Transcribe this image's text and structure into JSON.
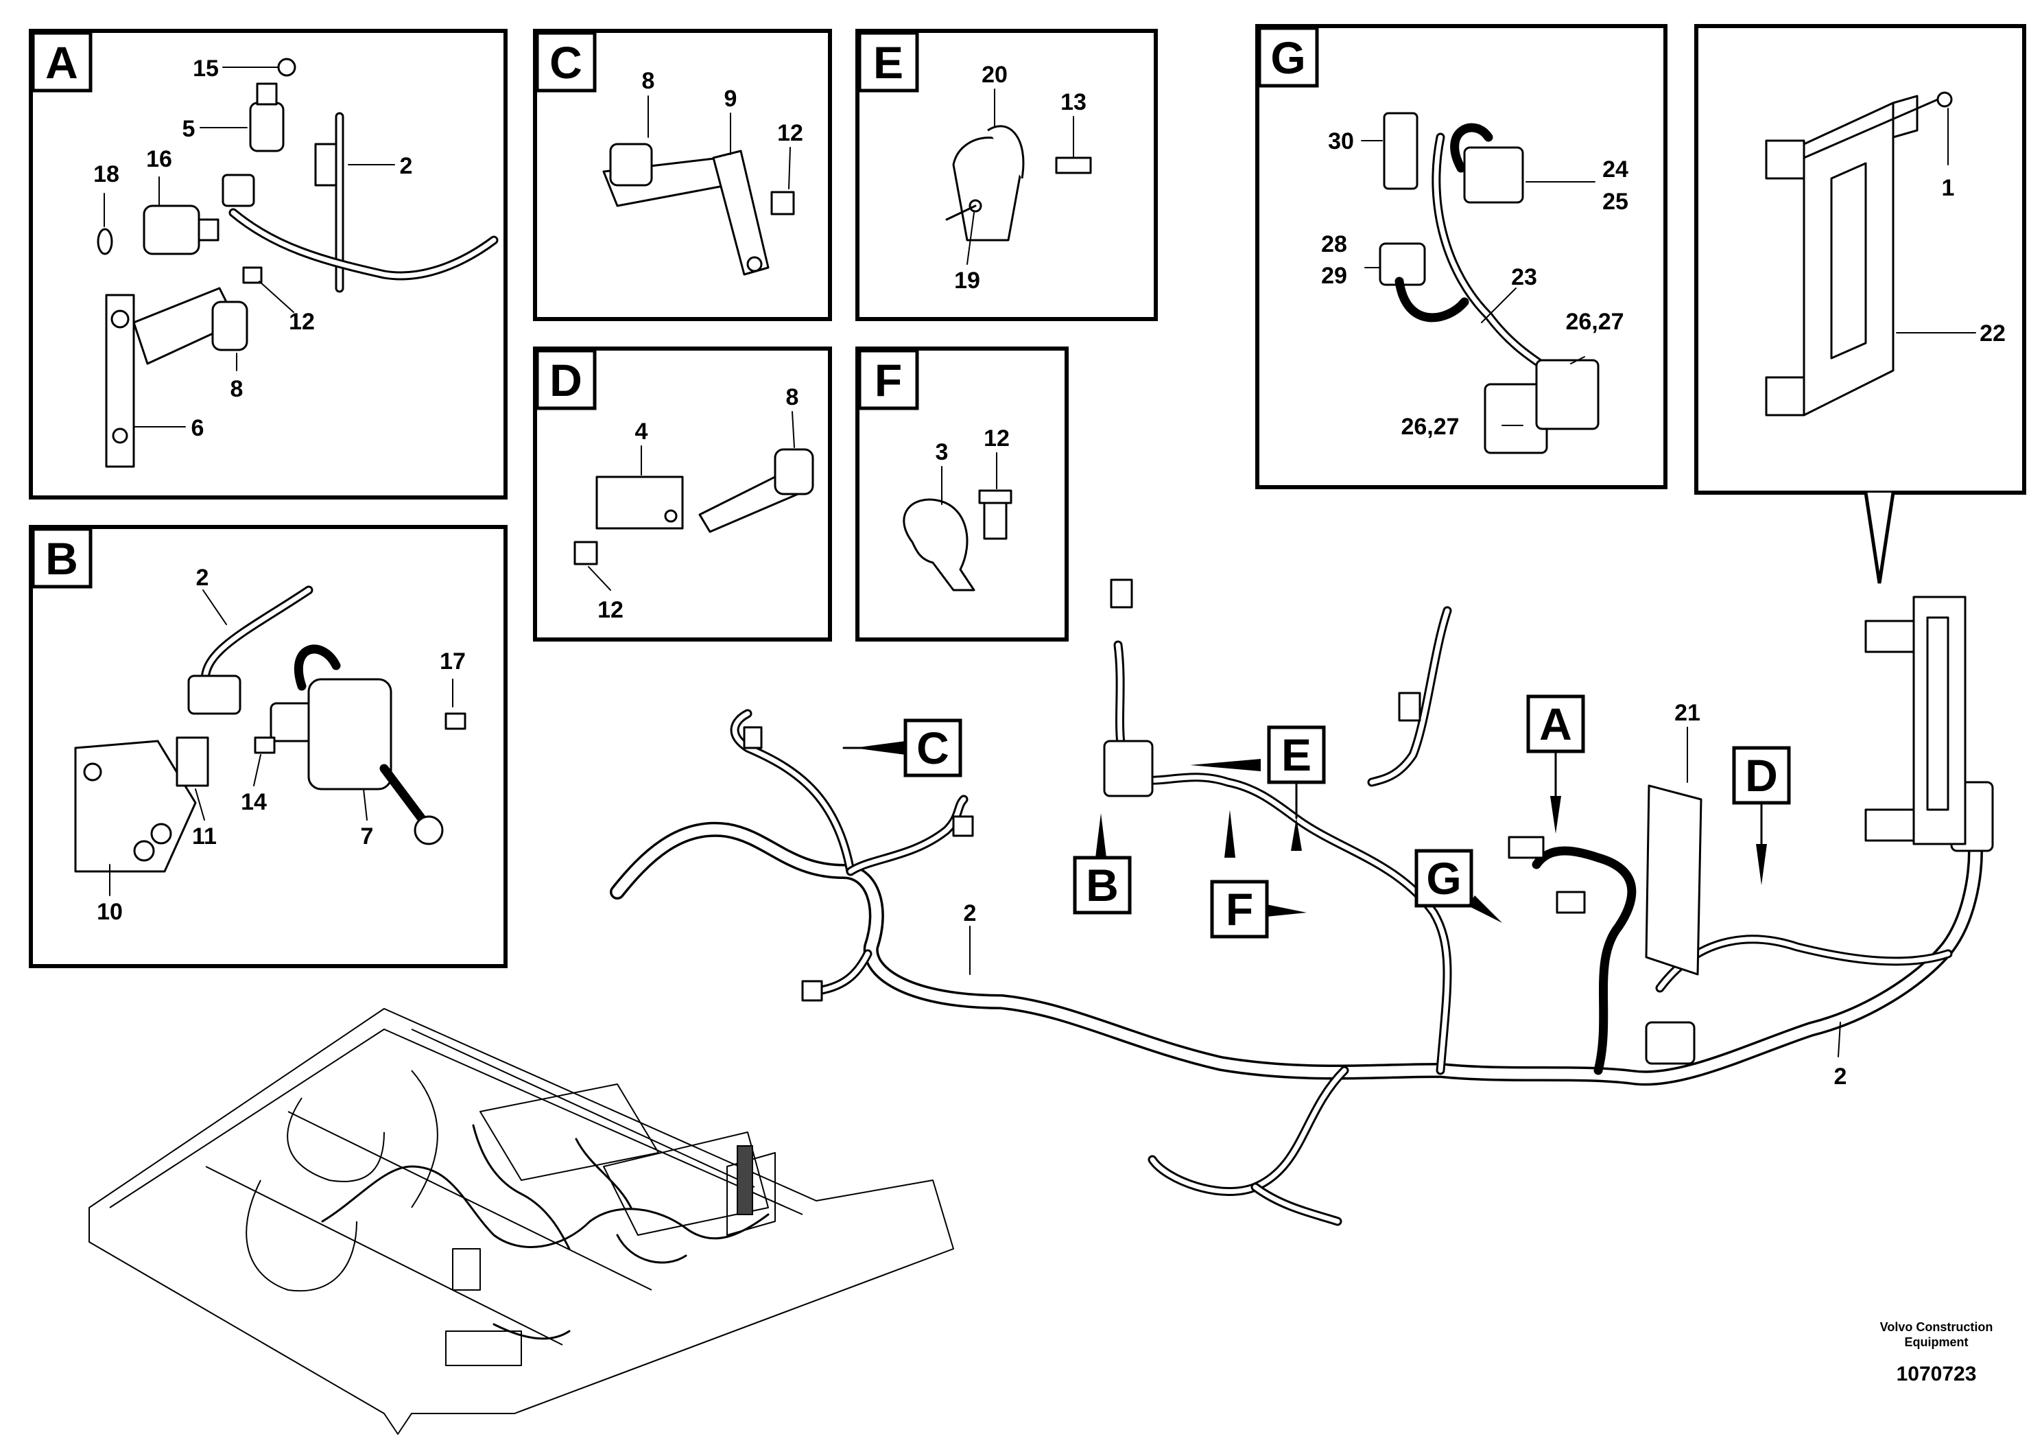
{
  "panels": {
    "A": {
      "letter": "A",
      "labels": [
        "15",
        "5",
        "18",
        "16",
        "2",
        "12",
        "8",
        "6"
      ]
    },
    "B": {
      "letter": "B",
      "labels": [
        "2",
        "17",
        "14",
        "11",
        "10",
        "7"
      ]
    },
    "C": {
      "letter": "C",
      "labels": [
        "8",
        "9",
        "12"
      ]
    },
    "D": {
      "letter": "D",
      "labels": [
        "8",
        "4",
        "12"
      ]
    },
    "E": {
      "letter": "E",
      "labels": [
        "20",
        "13",
        "19"
      ]
    },
    "F": {
      "letter": "F",
      "labels": [
        "3",
        "12"
      ]
    },
    "G": {
      "letter": "G",
      "labels": [
        "30",
        "24",
        "25",
        "28",
        "29",
        "23",
        "26,27",
        "26,27"
      ]
    },
    "bracket": {
      "labels": [
        "1",
        "22"
      ]
    }
  },
  "callouts": [
    "C",
    "E",
    "B",
    "F",
    "A",
    "G",
    "D"
  ],
  "main_labels": [
    "2",
    "21",
    "2"
  ],
  "footer": {
    "company_line1": "Volvo Construction",
    "company_line2": "Equipment",
    "drawing_number": "1070723"
  }
}
